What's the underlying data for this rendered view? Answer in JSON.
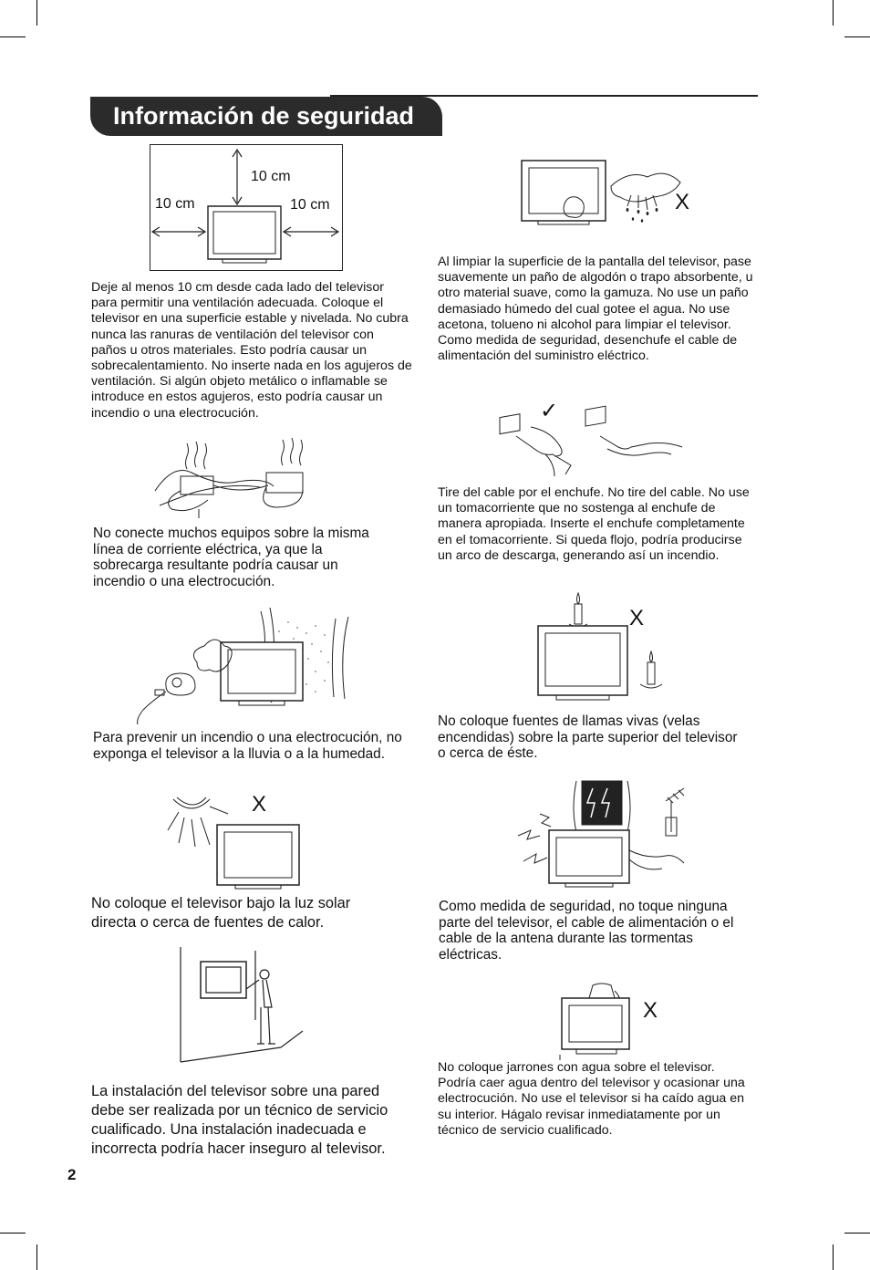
{
  "page": {
    "title": "Información de seguridad",
    "page_number": "2"
  },
  "ventilation": {
    "label_top": "10 cm",
    "label_left": "10 cm",
    "label_right": "10 cm",
    "text": "Deje al menos 10 cm desde cada lado del televisor para permitir una ventilación adecuada. Coloque el televisor en una superficie estable y nivelada. No cubra nunca las ranuras de ventilación del televisor con paños u otros materiales. Esto podría causar un sobrecalentamiento. No inserte nada en los agujeros de ventilación. Si algún objeto metálico o inflamable se introduce en estos agujeros, esto podría causar un incendio o una electrocución."
  },
  "overload": {
    "text": "No conecte muchos equipos sobre la misma línea de corriente eléctrica, ya que la sobrecarga resultante podría causar un incendio o una electrocución."
  },
  "rain": {
    "text": "Para prevenir un incendio o una electrocución, no exponga el televisor a la lluvia o a la humedad."
  },
  "sun": {
    "mark": "X",
    "text": "No coloque el televisor bajo la luz solar directa o cerca de fuentes de calor."
  },
  "wall": {
    "text": "La instalación del televisor sobre una pared debe ser realizada por un técnico de servicio cualificado. Una instalación inadecuada e incorrecta podría hacer inseguro al televisor."
  },
  "cleaning": {
    "mark": "X",
    "text": "Al limpiar la superficie de la pantalla del televisor, pase suavemente un paño de algodón o trapo absorbente, u otro material suave, como la gamuza. No use un paño demasiado húmedo del cual gotee el agua. No use acetona, tolueno ni alcohol para limpiar el televisor. Como medida de seguridad, desenchufe el cable de alimentación del suministro eléctrico."
  },
  "plug": {
    "mark": "✓",
    "text": "Tire del cable por el enchufe. No tire del cable. No use un tomacorriente que no sostenga al enchufe de manera apropiada. Inserte el enchufe completamente en el tomacorriente. Si queda flojo, podría producirse un arco de descarga, generando así un incendio."
  },
  "flames": {
    "mark": "X",
    "text": "No coloque fuentes de llamas vivas (velas encendidas) sobre la parte superior del televisor o cerca de éste."
  },
  "storm": {
    "text": "Como medida de seguridad, no toque ninguna parte del televisor, el cable de alimentación o el cable de la antena durante las tormentas eléctricas."
  },
  "vase": {
    "mark": "X",
    "text": "No coloque jarrones con agua sobre el televisor. Podría caer agua dentro del televisor y ocasionar una electrocución. No use el televisor si ha caído agua en su interior. Hágalo revisar inmediatamente por un técnico de servicio cualificado."
  }
}
